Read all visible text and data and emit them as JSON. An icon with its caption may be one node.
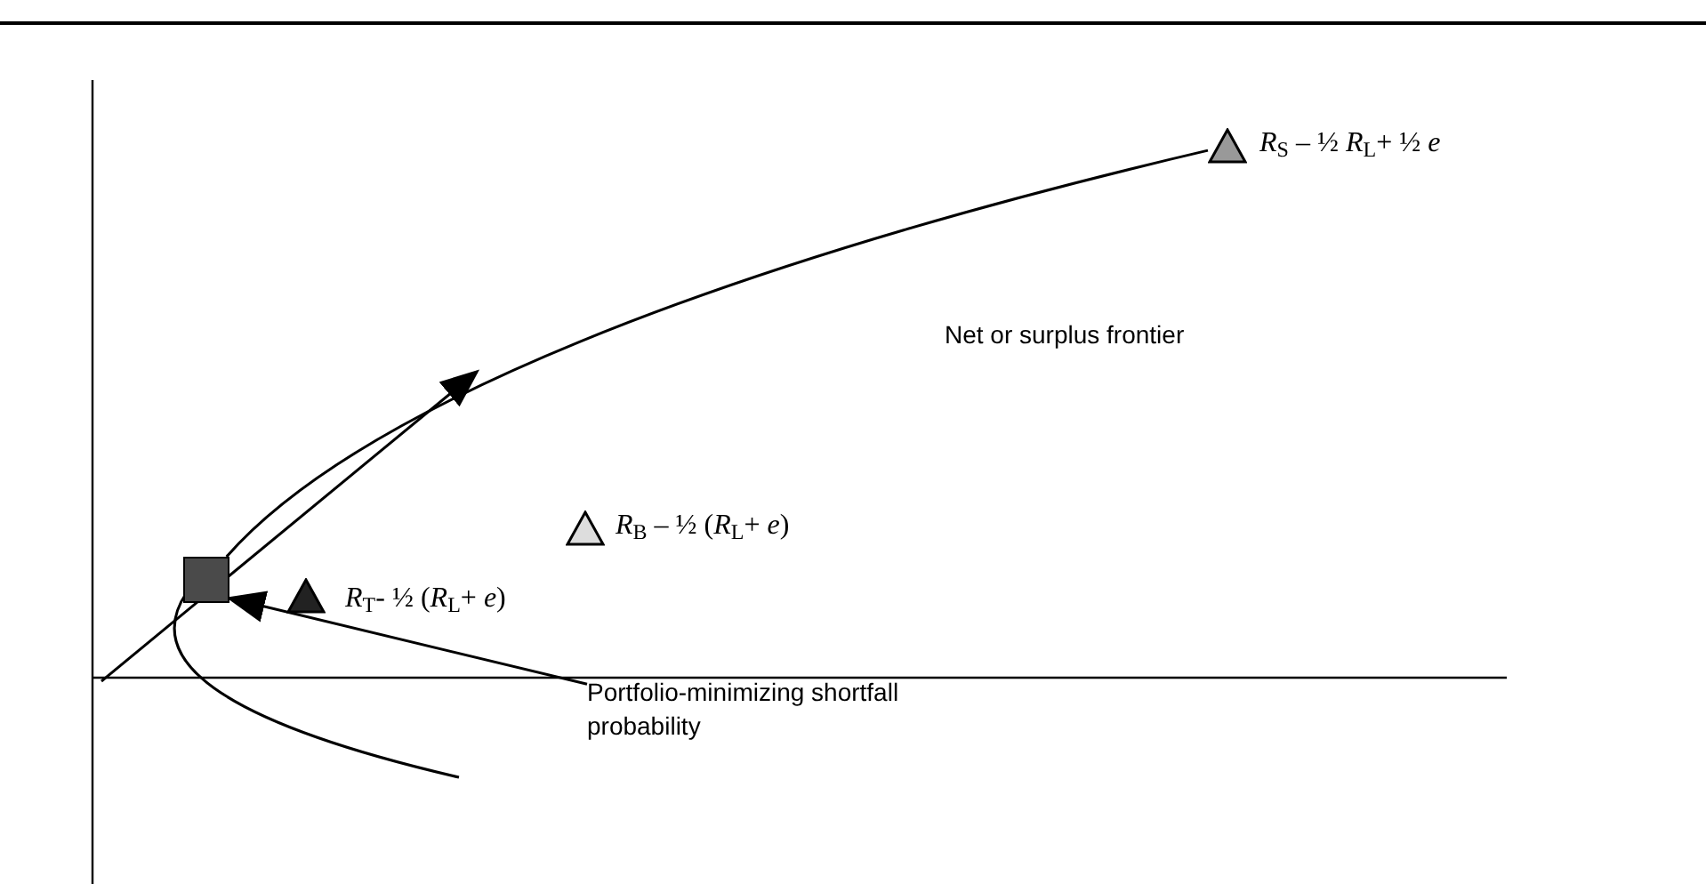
{
  "diagram": {
    "nodes": [
      {
        "text": [],
        "shape": "box"
      },
      {
        "text": [],
        "shape": "triangle",
        "beside": [
          "*R*$_{S}$ – ½ *R*$_{L}$+ ½ *e*"
        ]
      },
      {
        "text": [],
        "shape": "triangle",
        "beside": [
          "*R*$_{B}$ – ½ (*R*$_{L}$+ *e*)"
        ]
      },
      {
        "text": [],
        "shape": "triangle",
        "beside": [
          "*R*$_{T}$- ½ (*R*$_{L}$+ *e*)"
        ]
      },
      {
        "text": [
          "Portfolio-minimizing shortfall probability"
        ]
      }
    ],
    "edges": [
      {
        "from": 0,
        "to": 1,
        "arrow": "none",
        "label": "Net or surplus frontier"
      },
      {
        "from": 4,
        "to": 0,
        "arrow": "to"
      }
    ]
  }
}
